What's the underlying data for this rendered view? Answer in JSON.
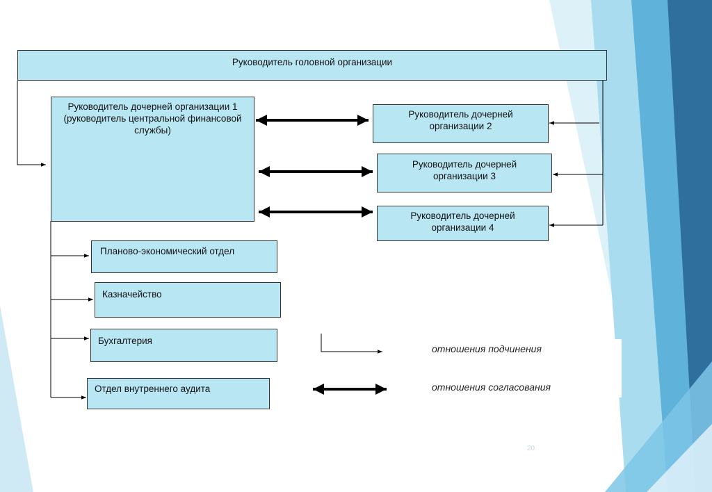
{
  "head": "Руководитель головной организации",
  "subsidiaries": [
    "Руководитель дочерней организации 1 (руководитель центральной финансовой службы)",
    "Руководитель дочерней организации 2",
    "Руководитель дочерней организации 3",
    "Руководитель дочерней организации 4"
  ],
  "departments": [
    "Планово-экономический отдел",
    "Казначейство",
    "Бухгалтерия",
    "Отдел внутреннего аудита"
  ],
  "legend": {
    "subordination": "отношения подчинения",
    "coordination": "отношения согласования"
  },
  "page_number": "20",
  "colors": {
    "box_fill": "#b9e6f3",
    "border": "#333333",
    "decor_dark": "#2f6f9e",
    "decor_light": "#8fd0ec"
  }
}
